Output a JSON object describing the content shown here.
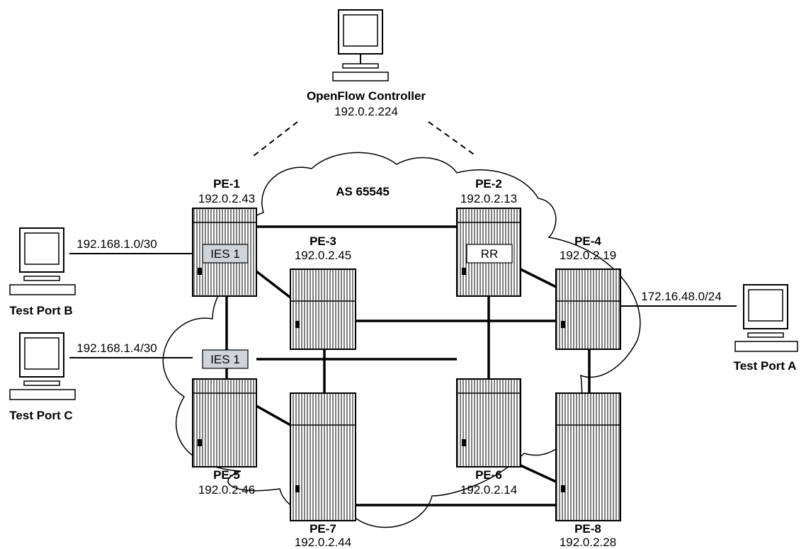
{
  "controller": {
    "name": "OpenFlow Controller",
    "ip": "192.0.2.224"
  },
  "as_label": "AS 65545",
  "routers": {
    "pe1": {
      "name": "PE-1",
      "ip": "192.0.2.43",
      "tag": "IES 1"
    },
    "pe2": {
      "name": "PE-2",
      "ip": "192.0.2.13",
      "tag": "RR"
    },
    "pe3": {
      "name": "PE-3",
      "ip": "192.0.2.45"
    },
    "pe4": {
      "name": "PE-4",
      "ip": "192.0.2.19"
    },
    "pe5": {
      "name": "PE-5",
      "ip": "192.0.2.46",
      "tag": "IES 1"
    },
    "pe6": {
      "name": "PE-6",
      "ip": "192.0.2.14"
    },
    "pe7": {
      "name": "PE-7",
      "ip": "192.0.2.44"
    },
    "pe8": {
      "name": "PE-8",
      "ip": "192.0.2.28"
    }
  },
  "hosts": {
    "b": {
      "name": "Test Port B",
      "subnet": "192.168.1.0/30"
    },
    "c": {
      "name": "Test Port C",
      "subnet": "192.168.1.4/30"
    },
    "a": {
      "name": "Test Port A",
      "subnet": "172.16.48.0/24"
    }
  },
  "colors": {
    "line": "#000000",
    "tag_fill": "#cfd4d8",
    "router_fill": "#ffffff"
  }
}
